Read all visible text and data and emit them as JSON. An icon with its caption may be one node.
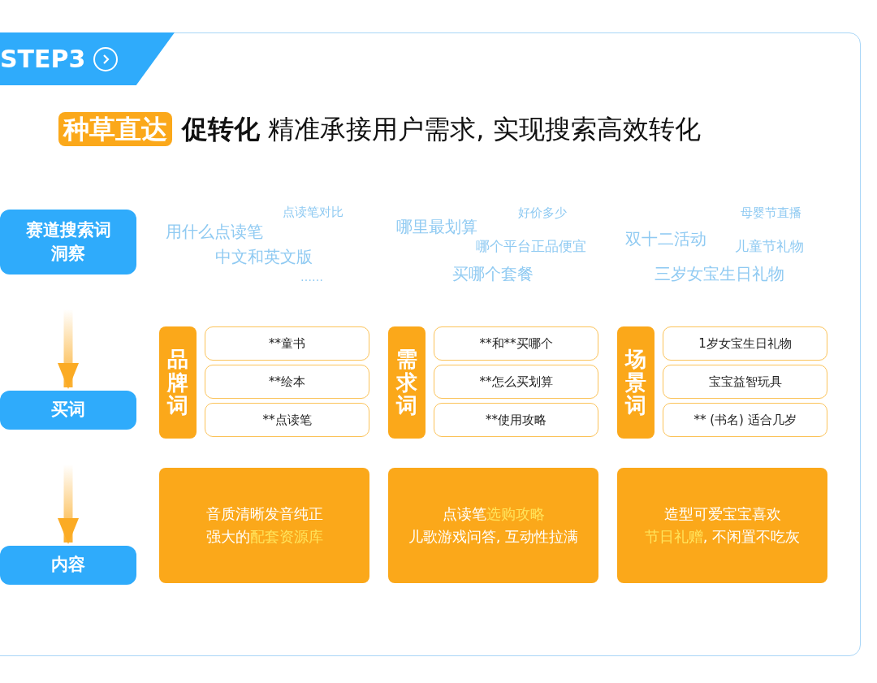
{
  "diagram": {
    "title": "**种草直达** **促转化** 精准承接用户需求, 实现搜索高效转化",
    "nodes": [
      {
        "text": [
          "STEP3"
        ]
      },
      {
        "text": [
          "赛道搜索词洞察"
        ]
      },
      {
        "text": [
          "买词"
        ]
      },
      {
        "text": [
          "内容"
        ]
      },
      {
        "text": [
          "品牌词"
        ]
      },
      {
        "text": [
          "**童书"
        ]
      },
      {
        "text": [
          "**绘本"
        ]
      },
      {
        "text": [
          "**点读笔"
        ]
      },
      {
        "text": [
          "需求词"
        ]
      },
      {
        "text": [
          "**和**买哪个"
        ]
      },
      {
        "text": [
          "**怎么买划算"
        ]
      },
      {
        "text": [
          "**使用攻略"
        ]
      },
      {
        "text": [
          "场景词"
        ]
      },
      {
        "text": [
          "1岁女宝生日礼物"
        ]
      },
      {
        "text": [
          "宝宝益智玩具"
        ]
      },
      {
        "text": [
          "** (书名) 适合几岁"
        ]
      },
      {
        "text": [
          "音质清晰发音纯正",
          "强大的**配套资源库**"
        ]
      },
      {
        "text": [
          "点读笔**选购攻略**",
          "儿歌游戏问答, 互动性拉满"
        ]
      },
      {
        "text": [
          "造型可爱宝宝喜欢",
          "**节日礼赠**, 不闲置不吃灰"
        ]
      }
    ],
    "edges": [
      {
        "from": 1,
        "to": 2,
        "arrow": "to"
      },
      {
        "from": 2,
        "to": 3,
        "arrow": "to"
      }
    ],
    "labels": [
      "点读笔对比",
      "用什么点读笔",
      "中文和英文版",
      "……",
      "好价多少",
      "哪里最划算",
      "哪个平台正品便宜",
      "买哪个套餐",
      "母婴节直播",
      "双十二活动",
      "儿童节礼物",
      "三岁女宝生日礼物"
    ]
  }
}
